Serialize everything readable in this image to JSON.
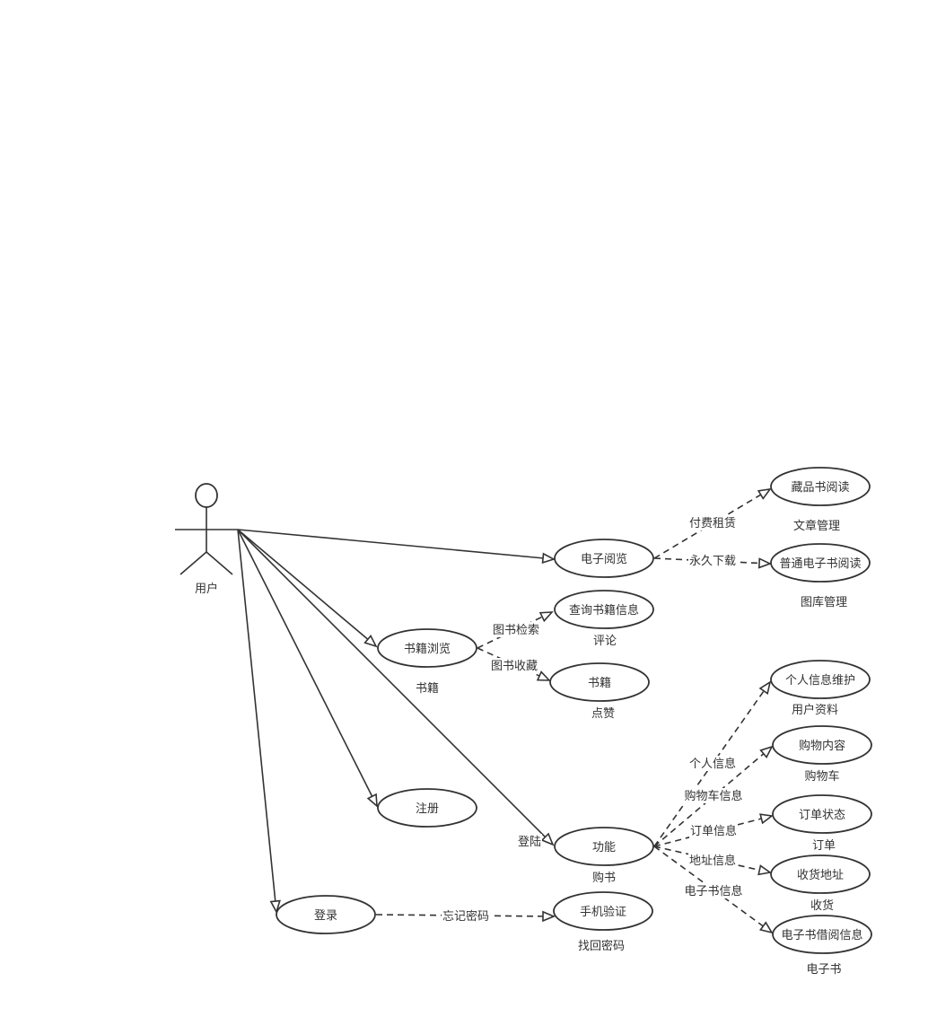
{
  "colors": {
    "stroke": "#333333",
    "text": "#333333",
    "background": "#ffffff"
  },
  "actor": {
    "label": "用户"
  },
  "nodes": [
    {
      "id": "ebrowse",
      "label": "电子阅览",
      "caption": ""
    },
    {
      "id": "collect",
      "label": "藏品书阅读",
      "caption": "文章管理"
    },
    {
      "id": "common",
      "label": "普通电子书阅读",
      "caption": "图库管理"
    },
    {
      "id": "query",
      "label": "查询书籍信息",
      "caption": "评论"
    },
    {
      "id": "bookbrowse",
      "label": "书籍浏览",
      "caption": "书籍"
    },
    {
      "id": "book",
      "label": "书籍",
      "caption": "点赞"
    },
    {
      "id": "profile",
      "label": "个人信息维护",
      "caption": "用户资料"
    },
    {
      "id": "cartitem",
      "label": "购物内容",
      "caption": "购物车"
    },
    {
      "id": "register",
      "label": "注册",
      "caption": ""
    },
    {
      "id": "orderst",
      "label": "订单状态",
      "caption": "订单"
    },
    {
      "id": "func",
      "label": "功能",
      "caption": "购书"
    },
    {
      "id": "address",
      "label": "收货地址",
      "caption": "收货"
    },
    {
      "id": "login",
      "label": "登录",
      "caption": ""
    },
    {
      "id": "phone",
      "label": "手机验证",
      "caption": "找回密码"
    },
    {
      "id": "borrow",
      "label": "电子书借阅信息",
      "caption": "电子书"
    }
  ],
  "edges": [
    {
      "from": "actor",
      "to": "ebrowse",
      "style": "solid",
      "label": ""
    },
    {
      "from": "actor",
      "to": "bookbrowse",
      "style": "solid",
      "label": ""
    },
    {
      "from": "actor",
      "to": "func",
      "style": "solid",
      "label": "登陆"
    },
    {
      "from": "actor",
      "to": "register",
      "style": "solid",
      "label": ""
    },
    {
      "from": "actor",
      "to": "login",
      "style": "solid",
      "label": ""
    },
    {
      "from": "ebrowse",
      "to": "collect",
      "style": "dashed",
      "label": "付费租赁"
    },
    {
      "from": "ebrowse",
      "to": "common",
      "style": "dashed",
      "label": "永久下载"
    },
    {
      "from": "bookbrowse",
      "to": "query",
      "style": "dashed",
      "label": "图书检索"
    },
    {
      "from": "bookbrowse",
      "to": "book",
      "style": "dashed",
      "label": "图书收藏"
    },
    {
      "from": "func",
      "to": "profile",
      "style": "dashed",
      "label": "个人信息"
    },
    {
      "from": "func",
      "to": "cartitem",
      "style": "dashed",
      "label": "购物车信息"
    },
    {
      "from": "func",
      "to": "orderst",
      "style": "dashed",
      "label": "订单信息"
    },
    {
      "from": "func",
      "to": "address",
      "style": "dashed",
      "label": "地址信息"
    },
    {
      "from": "func",
      "to": "borrow",
      "style": "dashed",
      "label": "电子书信息"
    },
    {
      "from": "login",
      "to": "phone",
      "style": "dashed",
      "label": "忘记密码"
    }
  ]
}
